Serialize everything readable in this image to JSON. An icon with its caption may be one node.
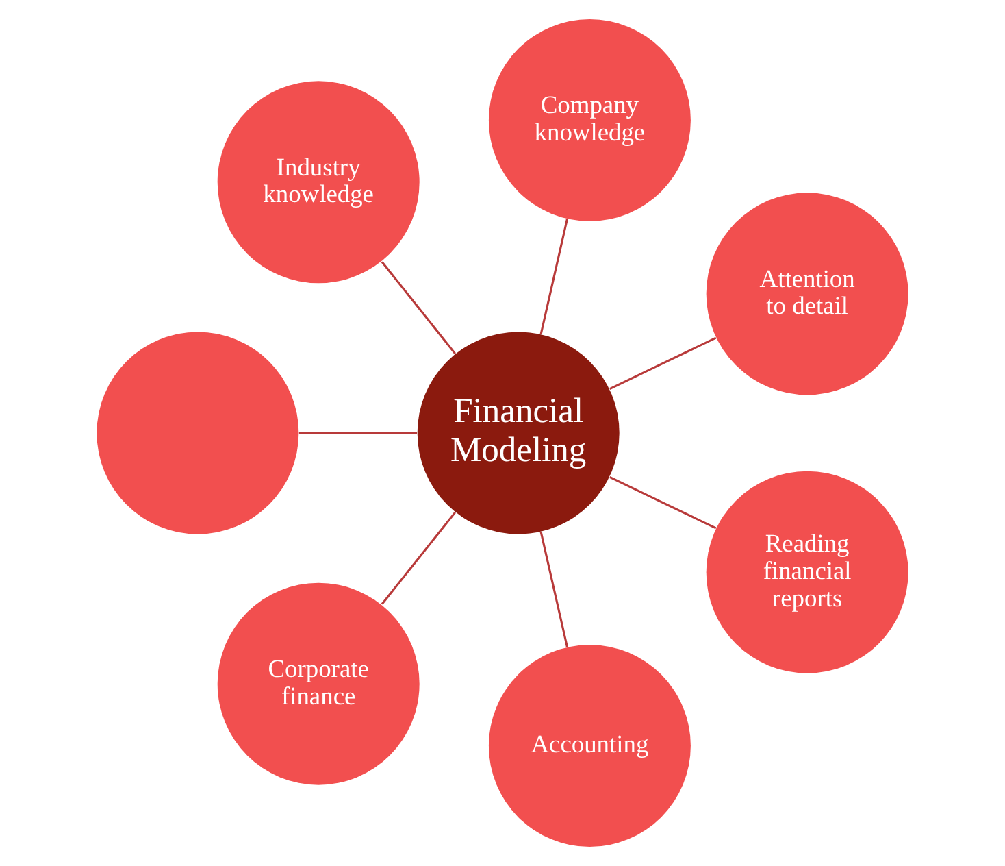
{
  "diagram": {
    "nodes": [
      {
        "text": [
          "Financial Modeling"
        ]
      },
      {
        "text": [
          "Company knowledge"
        ]
      },
      {
        "text": [
          "Attention to detail"
        ]
      },
      {
        "text": [
          "Reading financial reports"
        ]
      },
      {
        "text": [
          "Accounting"
        ]
      },
      {
        "text": [
          "Corporate finance"
        ]
      },
      {
        "text": [],
        "shape": "circle"
      },
      {
        "text": [
          "Industry knowledge"
        ]
      }
    ],
    "edges": [
      {
        "from": 0,
        "to": 1,
        "arrow": "none"
      },
      {
        "from": 0,
        "to": 2,
        "arrow": "none"
      },
      {
        "from": 0,
        "to": 3,
        "arrow": "none"
      },
      {
        "from": 0,
        "to": 4,
        "arrow": "none"
      },
      {
        "from": 0,
        "to": 5,
        "arrow": "none"
      },
      {
        "from": 0,
        "to": 6,
        "arrow": "none"
      },
      {
        "from": 0,
        "to": 7,
        "arrow": "none"
      }
    ]
  }
}
